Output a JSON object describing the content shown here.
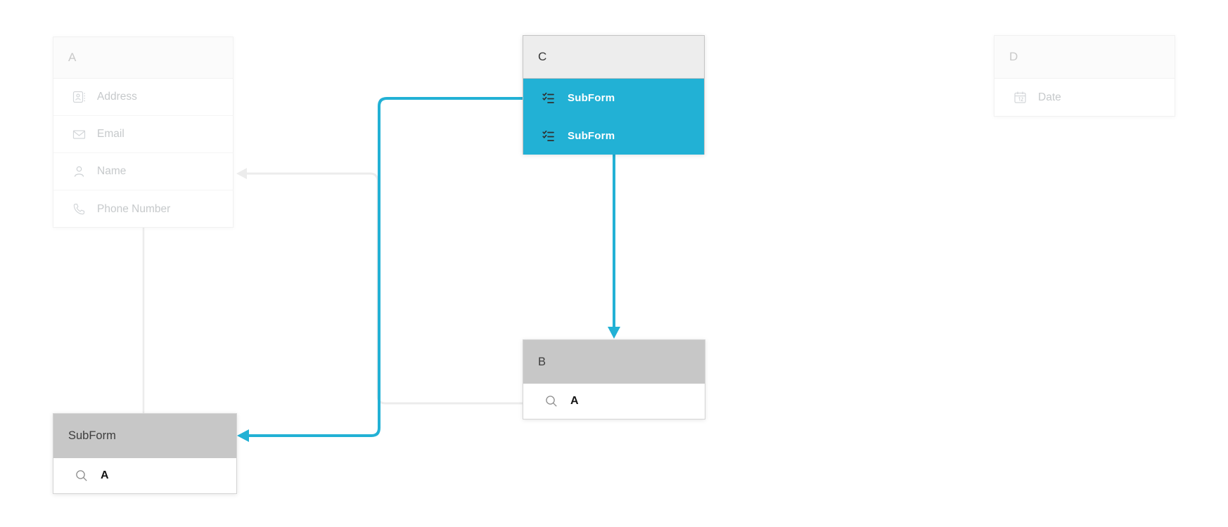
{
  "app": {
    "view": "form-relationship-diagram",
    "background": "#ffffff"
  },
  "colors": {
    "accent": "#22b1d5",
    "muted_line": "#ececec",
    "active_header_bg": "#ededed",
    "lookup_header_bg": "#c7c7c7",
    "faded_text": "#c9c9c9",
    "row_text_active": "#ffffff"
  },
  "forms": [
    {
      "title": "A",
      "state": "faded",
      "fields": [
        {
          "icon": "address-icon",
          "label": "Address"
        },
        {
          "icon": "email-icon",
          "label": "Email"
        },
        {
          "icon": "name-icon",
          "label": "Name"
        },
        {
          "icon": "phone-icon",
          "label": "Phone Number"
        }
      ]
    },
    {
      "title": "C",
      "state": "active",
      "fields": [
        {
          "icon": "subform-icon",
          "label": "SubForm"
        },
        {
          "icon": "subform-icon",
          "label": "SubForm"
        }
      ]
    },
    {
      "title": "D",
      "state": "faded",
      "fields": [
        {
          "icon": "date-icon",
          "label": "Date"
        }
      ]
    },
    {
      "title": "B",
      "state": "lookup",
      "fields": [
        {
          "icon": "search-icon",
          "label": "A"
        }
      ]
    },
    {
      "title": "SubForm",
      "state": "lookup",
      "fields": [
        {
          "icon": "search-icon",
          "label": "A"
        }
      ]
    }
  ],
  "connections": [
    {
      "from": "C.SubForm",
      "to": "SubForm",
      "style": "accent",
      "arrow": "into SubForm header left-pointing"
    },
    {
      "from": "C",
      "to": "B",
      "style": "accent",
      "arrow": "into B header top, down-pointing"
    },
    {
      "from": "B.A",
      "to": "A.Name",
      "style": "muted",
      "arrow": "into A Name row, left-pointing"
    },
    {
      "from": "SubForm",
      "to": "A",
      "style": "muted",
      "arrow": "none"
    }
  ]
}
